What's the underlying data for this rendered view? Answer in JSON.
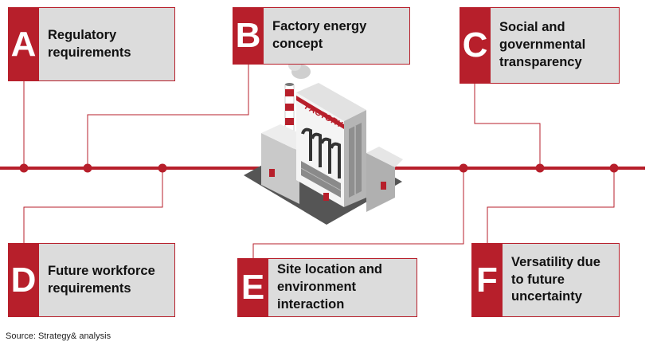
{
  "cards": [
    {
      "letter": "A",
      "text": "Regulatory\nrequirements"
    },
    {
      "letter": "B",
      "text": "Factory energy\nconcept"
    },
    {
      "letter": "C",
      "text": "Social and\ngovernmental\ntransparency"
    },
    {
      "letter": "D",
      "text": "Future workforce\nrequirements"
    },
    {
      "letter": "E",
      "text": "Site location and\nenvironment\ninteraction"
    },
    {
      "letter": "F",
      "text": "Versatility due\nto future\nuncertainty"
    }
  ],
  "factory": {
    "sign": "FACTORY"
  },
  "source": "Source: Strategy& analysis",
  "colors": {
    "accent": "#b71f2b",
    "card_fill": "#dcdcdc"
  },
  "icons": [
    "factory-icon"
  ]
}
